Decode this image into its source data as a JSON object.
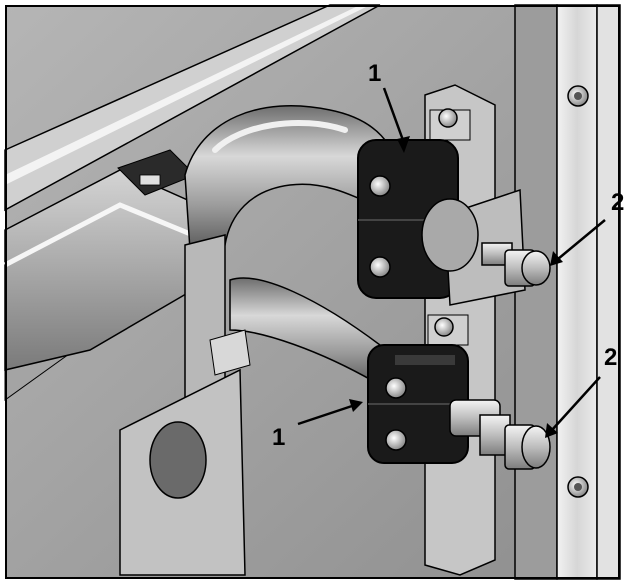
{
  "callouts": {
    "pipe_clamp_top": "1",
    "pipe_clamp_bottom": "1",
    "connection_nut_top": "2",
    "connection_nut_bottom": "2"
  },
  "colors": {
    "background": "#ffffff",
    "panel_gray": "#9a9a9a",
    "rail_light": "#e8e8e8",
    "clamp_black": "#1a1a1a",
    "pipe_gray": "#8c8c8c",
    "outline": "#000000"
  }
}
